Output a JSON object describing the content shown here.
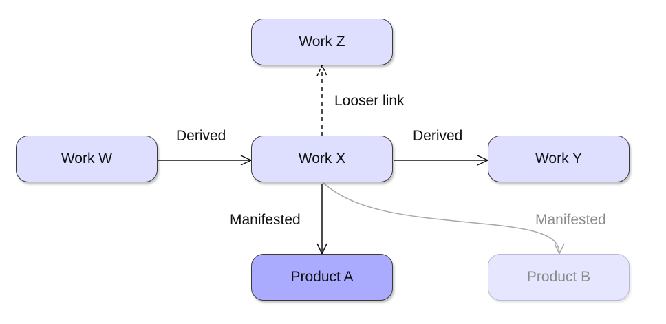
{
  "nodes": {
    "work_w": "Work W",
    "work_x": "Work X",
    "work_y": "Work Y",
    "work_z": "Work Z",
    "product_a": "Product A",
    "product_b": "Product B"
  },
  "edges": {
    "w_to_x": "Derived",
    "x_to_y": "Derived",
    "x_to_z": "Looser link",
    "x_to_a": "Manifested",
    "x_to_b": "Manifested"
  },
  "colors": {
    "node_fill": "#dedeff",
    "primary_fill": "#aaaaff",
    "faded_text": "#8c8c8c",
    "stroke": "#3a3a3a"
  }
}
